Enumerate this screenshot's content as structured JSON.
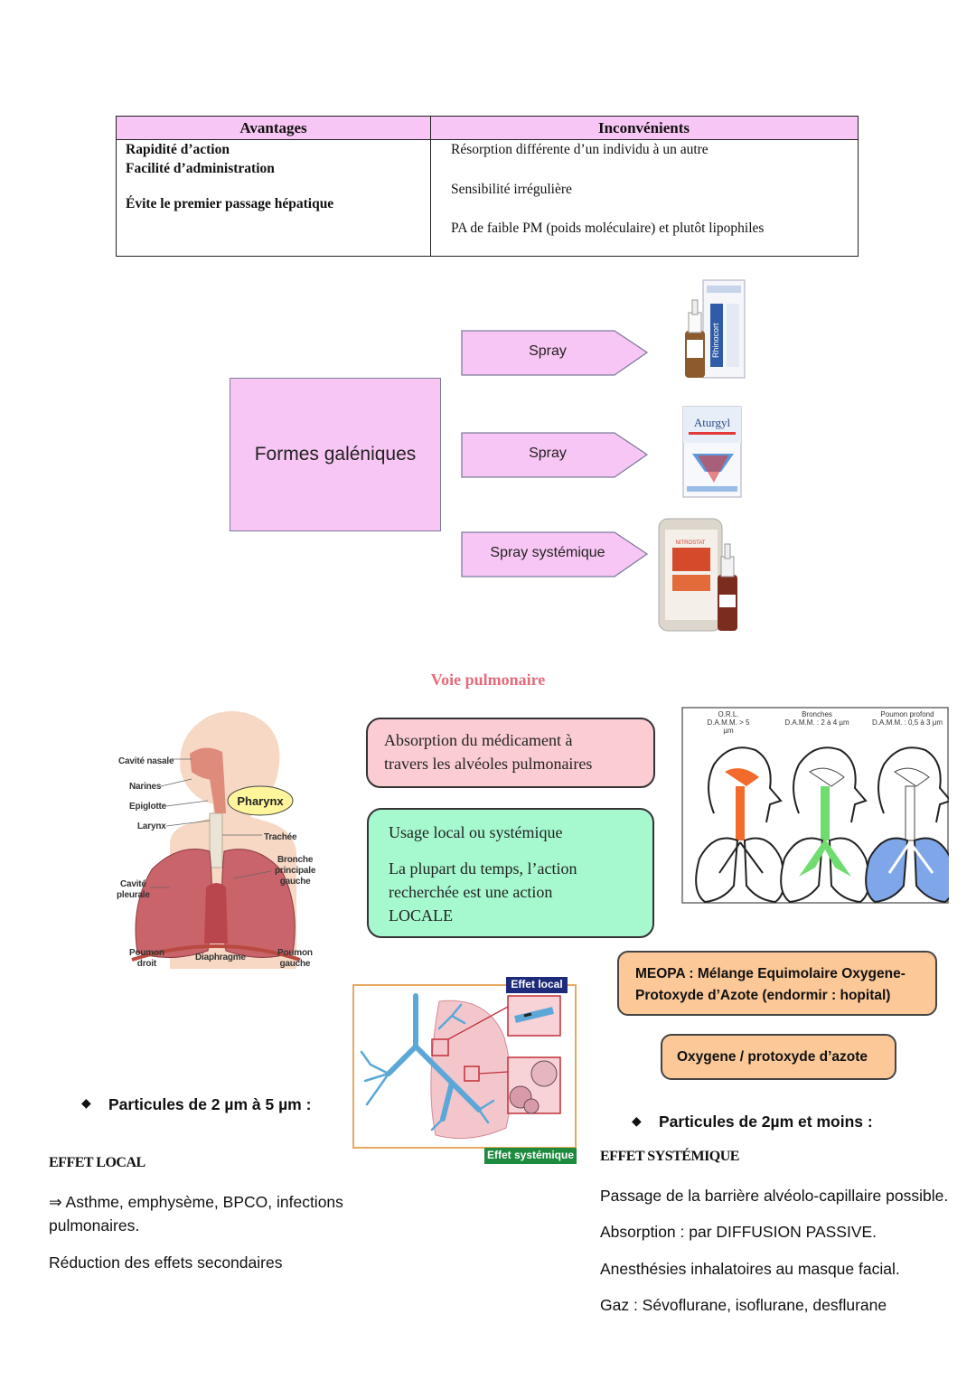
{
  "table": {
    "headers": [
      "Avantages",
      "Inconvénients"
    ],
    "advantages": [
      "Rapidité d’action",
      "Facilité d’administration",
      "Évite le premier passage hépatique"
    ],
    "disadvantages": [
      "Résorption différente d’un individu à un autre",
      "Sensibilité irrégulière",
      "PA de faible PM (poids moléculaire) et plutôt lipophiles"
    ]
  },
  "forms": {
    "title": "Formes galéniques",
    "items": [
      {
        "label": "Spray",
        "product_text": "Rhinocort"
      },
      {
        "label": "Spray",
        "product_text": "Aturgyl"
      },
      {
        "label": "Spray systémique",
        "product_text": "NITROSTAT"
      }
    ]
  },
  "section_title": "Voie pulmonaire",
  "anatomy_labels": {
    "nasal": "Cavité nasale",
    "nostrils": "Narines",
    "epiglottis": "Epiglotte",
    "larynx": "Larynx",
    "pharynx": "Pharynx",
    "trachea": "Trachée",
    "bronchus": [
      "Bronche",
      "principale",
      "gauche"
    ],
    "pleural": [
      "Cavité",
      "pleurale"
    ],
    "right_lung": [
      "Poumon",
      "droit"
    ],
    "diaphragm": "Diaphragme",
    "left_lung": [
      "Poumon",
      "gauche"
    ]
  },
  "bubbles": {
    "absorption": [
      "Absorption du médicament à",
      "travers les alvéoles pulmonaires"
    ],
    "usage_title": "Usage local ou systémique",
    "usage_body": [
      "La plupart du temps, l’action",
      "recherchée est une action",
      "LOCALE"
    ]
  },
  "deposition_labels": [
    [
      "O.R.L.",
      "D.A.M.M. > 5 µm"
    ],
    [
      "Bronches",
      "D.A.M.M. : 2 à 4 µm"
    ],
    [
      "Poumon profond",
      "D.A.M.M. : 0,5 à 3 µm"
    ]
  ],
  "lung_figure": {
    "local_badge": "Effet local",
    "systemic_badge": "Effet systémique"
  },
  "meopa": {
    "line1": "MEOPA : Mélange Equimolaire Oxygene-",
    "line2": "Protoxyde d’Azote (endormir : hopital)",
    "gas": "Oxygene / protoxyde d’azote"
  },
  "left_section": {
    "bullet": "Particules de 2 µm à 5 µm :",
    "heading": "EFFET LOCAL",
    "line1": "⇒ Asthme, emphysème, BPCO, infections",
    "line2": "pulmonaires.",
    "line3": "Réduction des effets secondaires"
  },
  "right_section": {
    "bullet": "Particules de 2µm et moins :",
    "heading": "EFFET SYSTÉMIQUE",
    "lines": [
      "Passage de la barrière alvéolo-capillaire possible.",
      "Absorption : par DIFFUSION PASSIVE.",
      "Anesthésies inhalatoires au masque facial.",
      "Gaz : Sévoflurane, isoflurane, desflurane"
    ]
  },
  "colors": {
    "pink": "#f8c6f4",
    "bubble_pink": "#fbcdd2",
    "bubble_green": "#a6f9cf",
    "orange": "#fcc898",
    "title_red": "#e46b7c"
  }
}
